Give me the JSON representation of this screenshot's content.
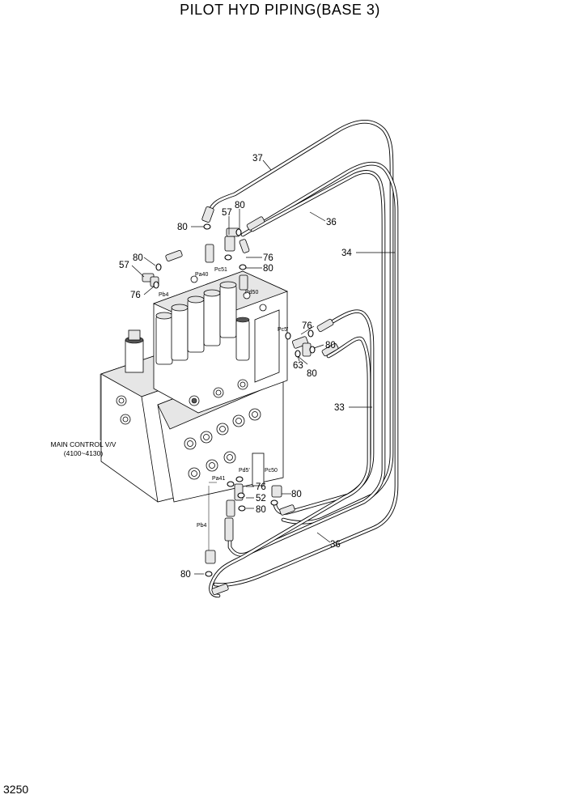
{
  "title": "PILOT HYD PIPING(BASE 3)",
  "page_number": "3250",
  "main_label": {
    "line1": "MAIN CONTROL V/V",
    "line2": "(4100~4130)"
  },
  "callouts": {
    "c37": "37",
    "c36_top": "36",
    "c34": "34",
    "c33": "33",
    "c36_bottom": "36",
    "c80_a": "80",
    "c80_b": "80",
    "c57_a": "57",
    "c76_a": "76",
    "c80_c": "80",
    "c80_d": "80",
    "c57_b": "57",
    "c76_b": "76",
    "c76_c": "76",
    "c80_e": "80",
    "c63": "63",
    "c80_f": "80",
    "c76_d": "76",
    "c52": "52",
    "c80_g": "80",
    "c80_h": "80",
    "c80_i": "80"
  },
  "ports": {
    "pa40": "Pa40",
    "pc51": "Pc51",
    "pd50": "Pd50",
    "pb4_top": "Pb4",
    "pc5": "Pc5'",
    "pd5": "Pd5'",
    "pa41": "Pa41",
    "pc50": "Pc50",
    "pb4_bottom": "Pb4"
  }
}
